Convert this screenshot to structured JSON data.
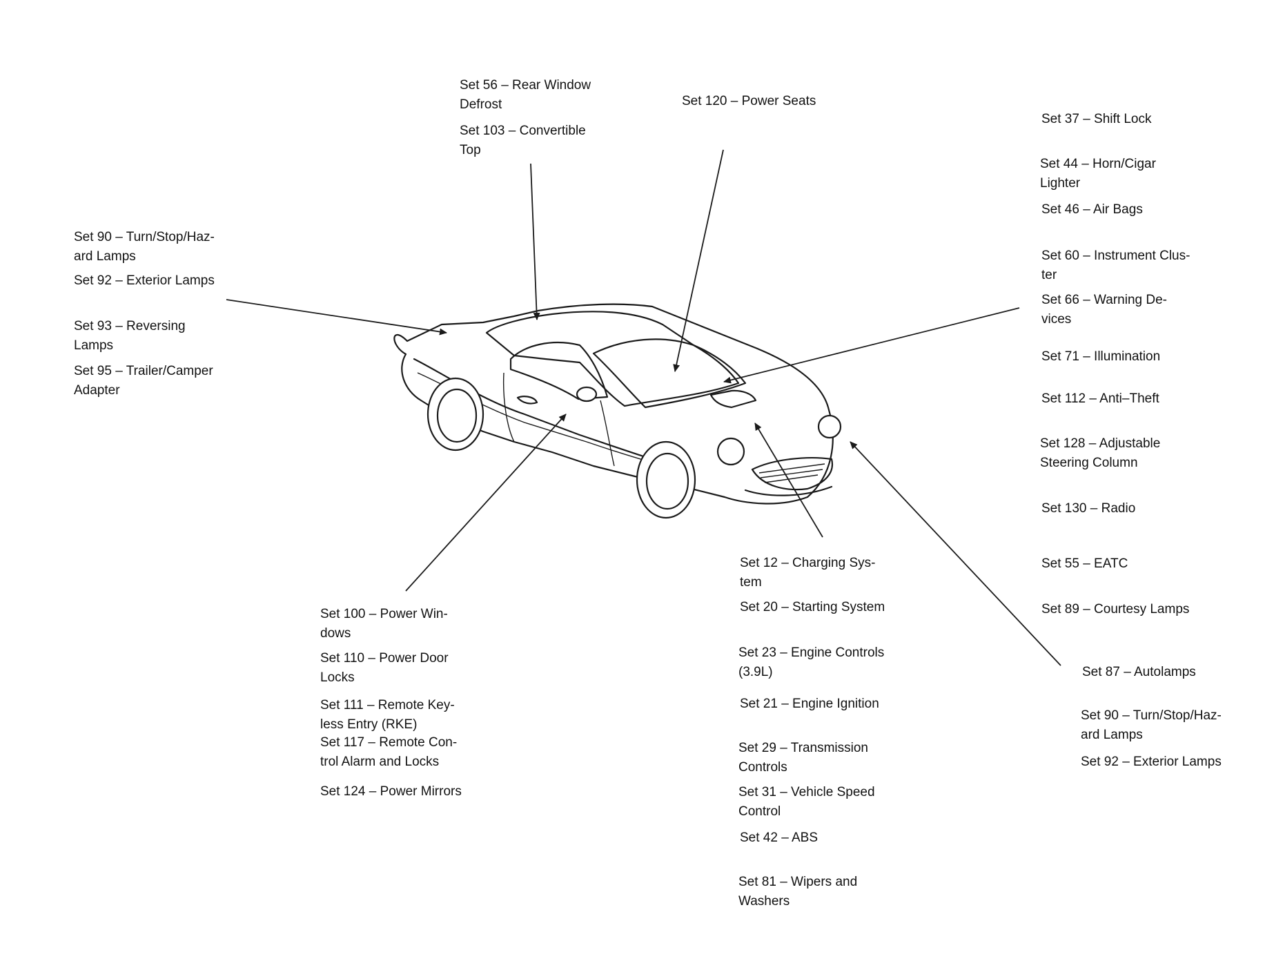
{
  "groups": {
    "rear_top": [
      "Set 56 – Rear Window\nDefrost",
      "Set 103 – Convertible\nTop"
    ],
    "seats": [
      "Set 120 – Power Seats"
    ],
    "left": [
      "Set 90 – Turn/Stop/Haz-\nard Lamps",
      "Set 92 – Exterior Lamps",
      "Set 93 – Reversing\nLamps",
      "Set 95 – Trailer/Camper\nAdapter"
    ],
    "right_top": [
      "Set 37 – Shift Lock",
      "Set 44 – Horn/Cigar\nLighter",
      "Set 46 – Air Bags",
      "Set 60 – Instrument Clus-\nter",
      "Set 66 – Warning De-\nvices",
      "Set 71 – Illumination",
      "Set 112 – Anti–Theft",
      "Set 128 – Adjustable\nSteering Column",
      "Set 130 – Radio",
      "Set 55 – EATC",
      "Set 89 – Courtesy Lamps"
    ],
    "right_bottom": [
      "Set 87 – Autolamps",
      "Set 90 – Turn/Stop/Haz-\nard Lamps",
      "Set 92 – Exterior Lamps"
    ],
    "door": [
      "Set 100 – Power Win-\ndows",
      "Set 110 – Power Door\nLocks",
      "Set 111 – Remote Key-\nless Entry (RKE)",
      "Set 117 – Remote Con-\ntrol Alarm and Locks",
      "Set 124 – Power Mirrors"
    ],
    "engine": [
      "Set 12 – Charging Sys-\ntem",
      "Set 20 – Starting System",
      "Set 23 – Engine Controls\n(3.9L)",
      "Set 21 – Engine Ignition",
      "Set 29 – Transmission\nControls",
      "Set 31 – Vehicle Speed\nControl",
      "Set 42 – ABS",
      "Set 81 – Wipers and\nWashers"
    ]
  }
}
